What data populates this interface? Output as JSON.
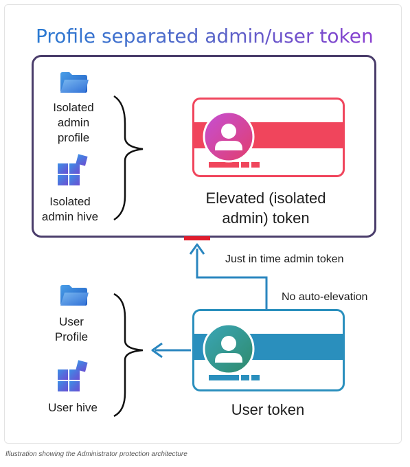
{
  "title": "Profile separated admin/user token",
  "admin_section": {
    "profile_label": "Isolated admin profile",
    "hive_label": "Isolated admin hive",
    "token_label": "Elevated (isolated admin) token"
  },
  "user_section": {
    "profile_label": "User Profile",
    "hive_label": "User hive",
    "token_label": "User token"
  },
  "connectors": {
    "jit_label": "Just in time admin token",
    "no_auto_label": "No auto-elevation"
  },
  "caption": "Illustration showing the Administrator protection architecture",
  "colors": {
    "title_start": "#2a7ad2",
    "title_end": "#8a3fd0",
    "admin_box_border": "#4a3d6b",
    "admin_card_red": "#f0455c",
    "user_card_blue": "#2a8fbd",
    "arrow_blue": "#2a86bf",
    "marker_red": "#e11c2c"
  },
  "icons": {
    "profile": "folder-icon",
    "hive": "registry-blocks-icon",
    "person": "person-avatar-icon"
  }
}
